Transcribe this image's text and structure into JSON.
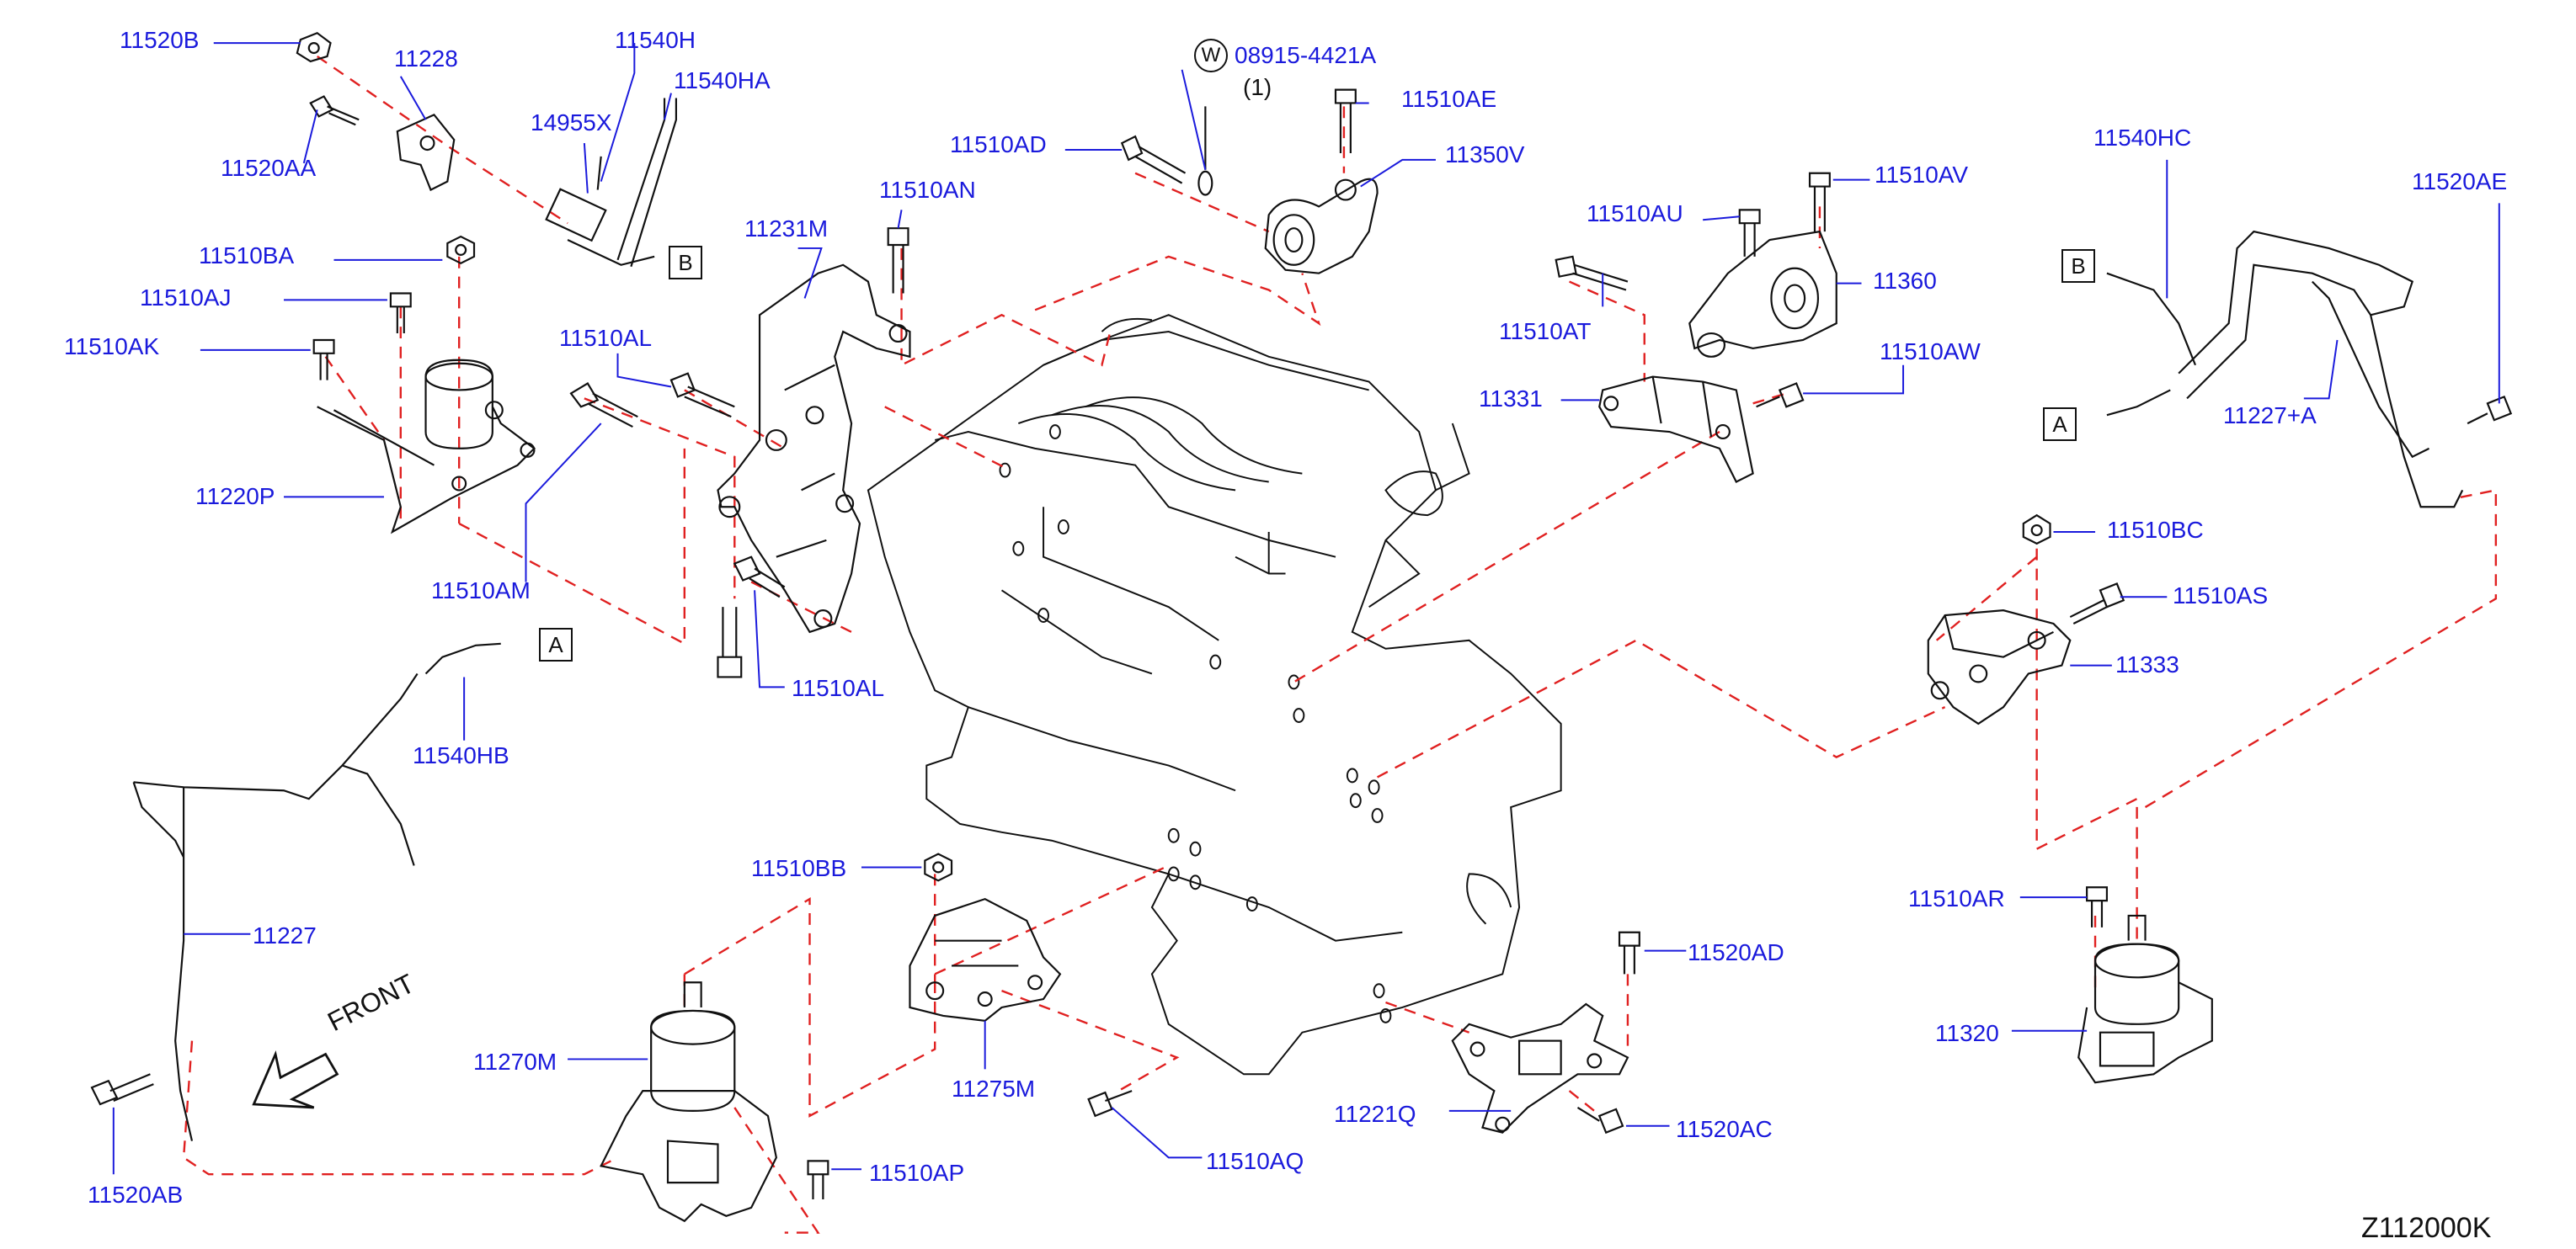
{
  "labels": {
    "l_11520B": "11520B",
    "l_11228": "11228",
    "l_11520AA": "11520AA",
    "l_11540H": "11540H",
    "l_11540HA": "11540HA",
    "l_14955X": "14955X",
    "l_08915": "08915-4421A",
    "l_qty1": "(1)",
    "l_11510AE": "11510AE",
    "l_11510AD": "11510AD",
    "l_11350V": "11350V",
    "l_11510BA": "11510BA",
    "l_11510AJ": "11510AJ",
    "l_11510AK": "11510AK",
    "l_11220P": "11220P",
    "l_11510AN": "11510AN",
    "l_11231M": "11231M",
    "l_11510AL_top": "11510AL",
    "l_11510AM": "11510AM",
    "l_11510AL_bot": "11510AL",
    "l_11510AU": "11510AU",
    "l_11510AV": "11510AV",
    "l_11360": "11360",
    "l_11510AT": "11510AT",
    "l_11331": "11331",
    "l_11510AW": "11510AW",
    "l_11540HC": "11540HC",
    "l_11520AE": "11520AE",
    "l_11227A": "11227+A",
    "l_11510BC": "11510BC",
    "l_11510AS": "11510AS",
    "l_11333": "11333",
    "l_11540HB": "11540HB",
    "l_11227": "11227",
    "l_11520AB": "11520AB",
    "l_11510BB": "11510BB",
    "l_11270M": "11270M",
    "l_11275M": "11275M",
    "l_11510AP": "11510AP",
    "l_11510AQ": "11510AQ",
    "l_11520AD": "11520AD",
    "l_11221Q": "11221Q",
    "l_11520AC": "11520AC",
    "l_11510AR": "11510AR",
    "l_11320": "11320"
  },
  "refs": {
    "box_B_top": "B",
    "box_A_left": "A",
    "box_B_right": "B",
    "box_A_right": "A",
    "washer_symbol": "W"
  },
  "front_label": "FRONT",
  "diagram_code": "Z112000K",
  "colors": {
    "part_number": "#1a1adc",
    "leader": "#1a1adc",
    "phantom": "#e02020",
    "outline": "#111111"
  }
}
